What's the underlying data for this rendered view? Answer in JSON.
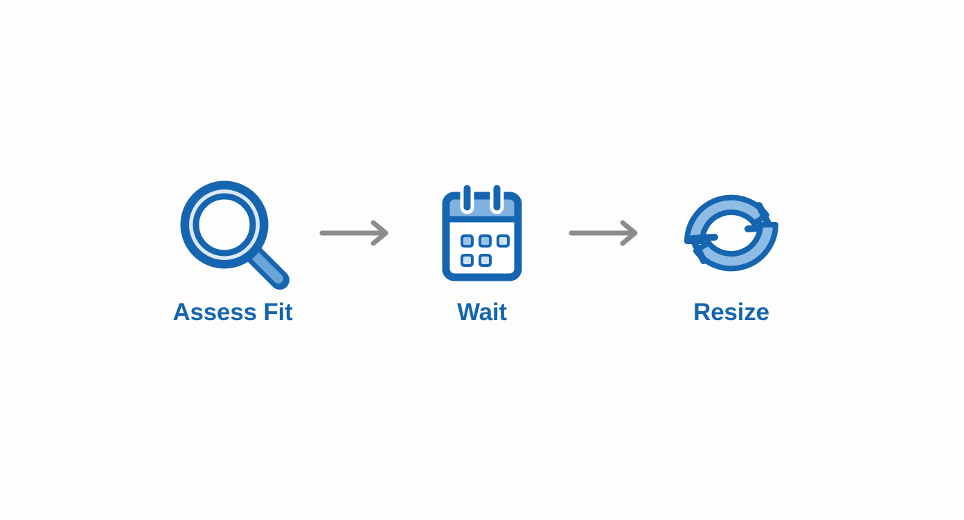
{
  "diagram": {
    "type": "horizontal-process-flow",
    "background_color": "#fdfdfd",
    "accent_color": "#1565b0",
    "accent_light_color": "#7fb2e0",
    "arrow_color": "#8c8c8c",
    "steps": [
      {
        "label": "Assess Fit",
        "icon": "magnifying-glass-icon"
      },
      {
        "label": "Wait",
        "icon": "calendar-icon"
      },
      {
        "label": "Resize",
        "icon": "refresh-cycle-icon"
      }
    ],
    "connectors": [
      {
        "icon": "arrow-right-icon"
      },
      {
        "icon": "arrow-right-icon"
      }
    ]
  }
}
